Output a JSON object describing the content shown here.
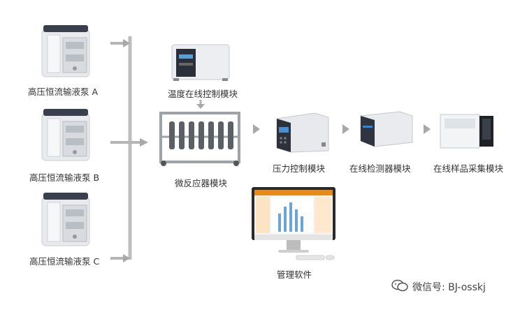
{
  "pumps": [
    {
      "label": "高压恒流输液泵 A"
    },
    {
      "label": "高压恒流输液泵 B"
    },
    {
      "label": "高压恒流输液泵 C"
    }
  ],
  "modules": {
    "temperature": "温度在线控制模块",
    "reactor": "微反应器模块",
    "pressure": "压力控制模块",
    "detector": "在线检测器模块",
    "sampler": "在线样品采集模块",
    "software": "管理软件"
  },
  "watermark": {
    "text": "微信号: BJ-osskj",
    "icon": "wechat-icon"
  },
  "colors": {
    "arrow": "#a8a8a8",
    "line": "#b5b5b5",
    "screen_accent": "#e88a1a"
  }
}
